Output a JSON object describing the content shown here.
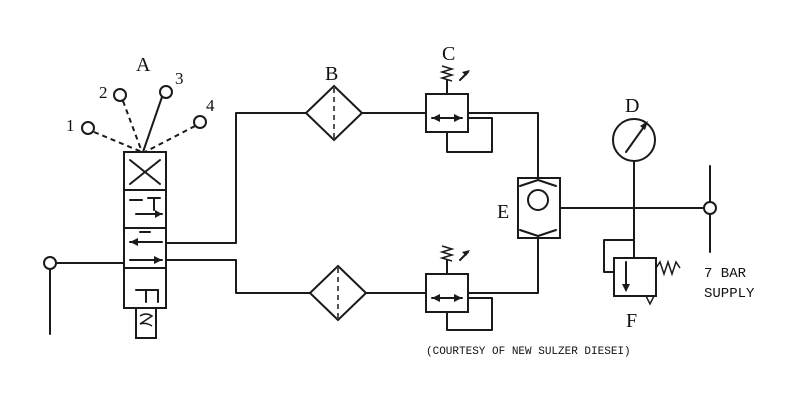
{
  "labels": {
    "valve_a": "A",
    "filter_b": "B",
    "valve_c": "C",
    "gauge_d": "D",
    "shuttle_e": "E",
    "regulator_f": "F"
  },
  "positions": [
    "1",
    "2",
    "3",
    "4"
  ],
  "supply": {
    "line1": "7 BAR",
    "line2": "SUPPLY"
  },
  "credit": "(COURTESY OF NEW SULZER DIESEI)"
}
